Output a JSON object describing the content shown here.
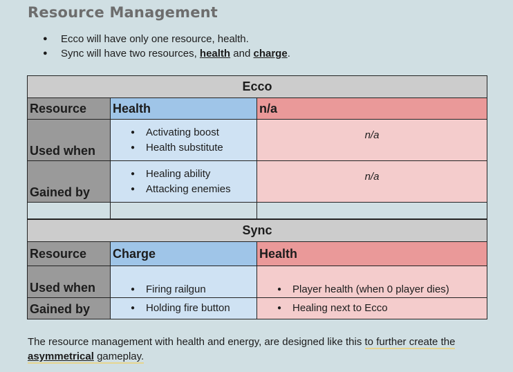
{
  "title": "Resource Management",
  "intro": {
    "bullet1": "Ecco will have only one resource, health.",
    "bullet2_prefix": "Sync will have two resources, ",
    "bullet2_health": "health",
    "bullet2_and": " and ",
    "bullet2_charge": "charge",
    "bullet2_suffix": "."
  },
  "ecco": {
    "name": "Ecco",
    "resource_label": "Resource",
    "col1": "Health",
    "col2": "n/a",
    "used_when_label": "Used when",
    "used_when_col1": [
      "Activating boost",
      "Health substitute"
    ],
    "used_when_col2": "n/a",
    "gained_by_label": "Gained by",
    "gained_by_col1": [
      "Healing ability",
      "Attacking enemies"
    ],
    "gained_by_col2": "n/a"
  },
  "sync": {
    "name": "Sync",
    "resource_label": "Resource",
    "col1": "Charge",
    "col2": "Health",
    "used_when_label": "Used when",
    "used_when_col1": [
      "Firing railgun"
    ],
    "used_when_col2": [
      "Player health (when 0 player dies)"
    ],
    "gained_by_label": "Gained by",
    "gained_by_col1": [
      "Holding fire button"
    ],
    "gained_by_col2": [
      "Healing next to Ecco"
    ]
  },
  "footer": {
    "part1": "The resource management with health and energy, are designed like this ",
    "part2": "to further create the",
    "part3": "asymmetrical",
    "part4": " gameplay."
  },
  "colors": {
    "background": "#d0dfe3",
    "header_gray": "#cccccc",
    "label_gray": "#9a9a9a",
    "blue_header": "#9fc5e8",
    "blue_cell": "#cfe2f3",
    "red_header": "#ea9999",
    "red_cell": "#f4cccc"
  }
}
